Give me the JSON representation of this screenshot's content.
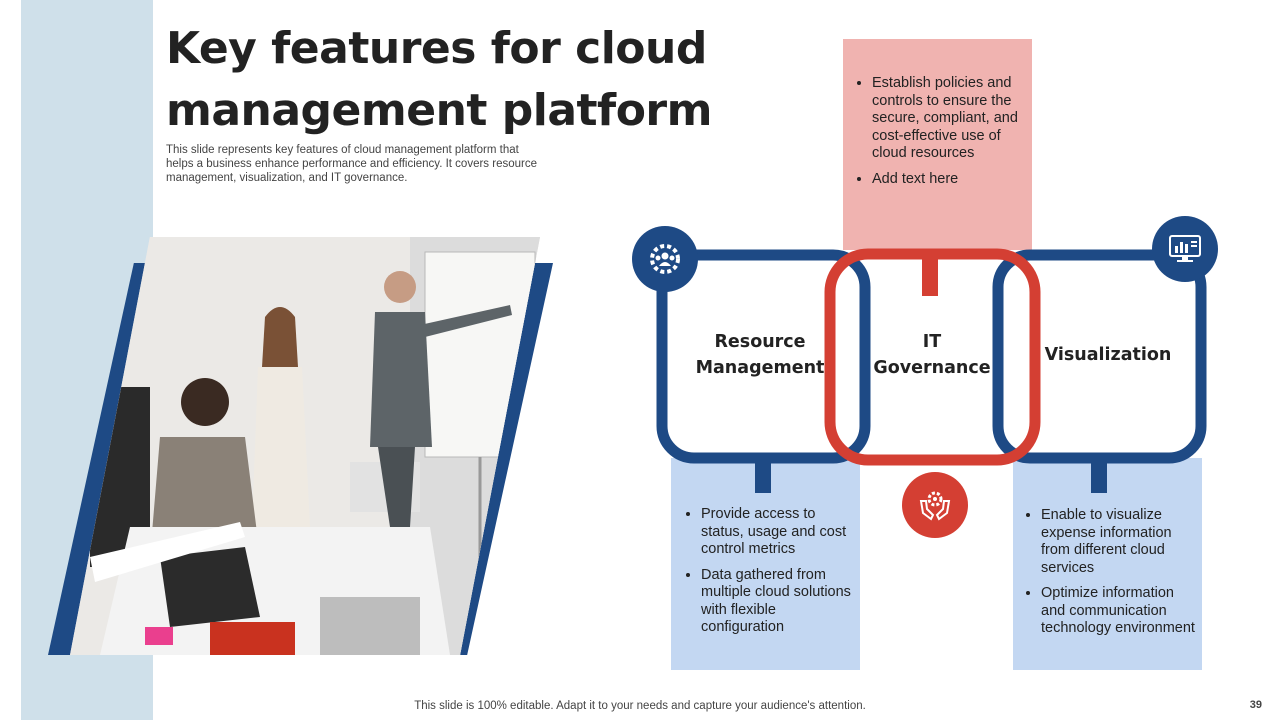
{
  "slide": {
    "title_line1": "Key features for cloud",
    "title_line2": "management platform",
    "subtitle": "This slide represents key features of cloud management platform that helps a business enhance performance and efficiency. It covers resource management, visualization, and IT governance.",
    "footer": "This slide is 100% editable. Adapt it to your needs and capture your audience's attention.",
    "page_number": "39"
  },
  "diagram": {
    "resource": {
      "label_line1": "Resource",
      "label_line2": "Management",
      "icon": "team-gear-icon",
      "bullets": [
        "Provide access to status, usage and cost control metrics",
        "Data gathered from multiple cloud solutions with flexible configuration"
      ]
    },
    "governance": {
      "label_line1": "IT",
      "label_line2": "Governance",
      "icon": "hands-gear-icon",
      "bullets": [
        "Establish policies and controls to ensure the secure, compliant, and cost-effective use of cloud resources",
        "Add text here"
      ]
    },
    "visualization": {
      "label": "Visualization",
      "icon": "monitor-chart-icon",
      "bullets": [
        "Enable to visualize expense information from different cloud services",
        "Optimize information and communication technology environment"
      ]
    }
  },
  "colors": {
    "navy": "#1e4a85",
    "red": "#d43f33",
    "pink_box": "#f0b3b0",
    "blue_box": "#c3d7f2",
    "left_band": "#cfe0ea"
  }
}
